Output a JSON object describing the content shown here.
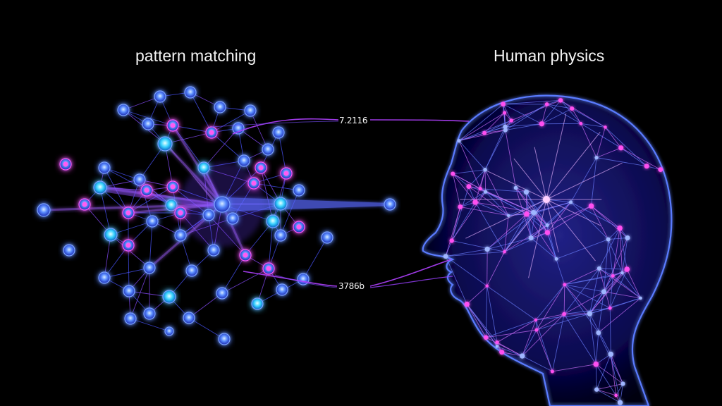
{
  "labels": {
    "left_title": "pattern matching",
    "right_title": "Human physics",
    "top_value": "7.2116",
    "bottom_value": "3786b"
  },
  "colors": {
    "background": "#000000",
    "node_blue": "#4b7bff",
    "node_cyan": "#3ad6ff",
    "node_magenta": "#ff3cf0",
    "edge_violet": "#6b3dff",
    "link_purple": "#b040ff"
  }
}
